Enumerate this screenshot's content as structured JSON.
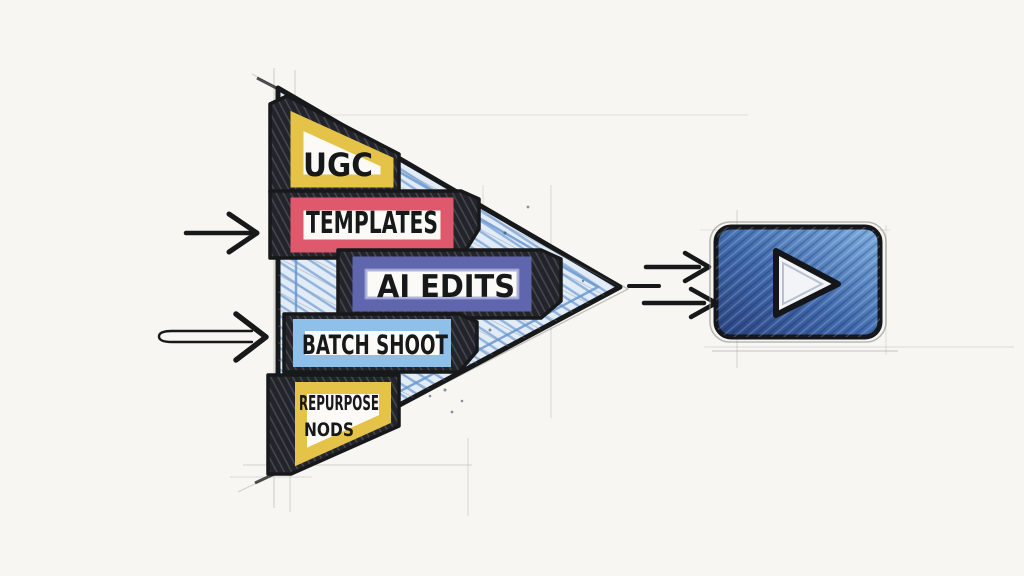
{
  "meta": {
    "style": "hand-drawn marker sketch on paper",
    "background_color": "#f7f6f3",
    "ink_color": "#17181a"
  },
  "funnel": {
    "shape": "right-pointing-triangle",
    "fill_color": "#e2ecf7",
    "hatch_color": "#8fb2dc",
    "inner_line_color": "#6a98cf",
    "boxes": [
      {
        "label": "UGC",
        "frame_color": "#e5c348"
      },
      {
        "label": "TEMPLATES",
        "frame_color": "#e0586b"
      },
      {
        "label": "AI EDITS",
        "frame_color": "#6066ad"
      },
      {
        "label": "BATCH SHOOT",
        "frame_color": "#8fc0ea"
      },
      {
        "label": "REPURPOSE",
        "label_line2": "NODS",
        "frame_color": "#e5c348"
      }
    ]
  },
  "arrows": {
    "left_input_count": 2,
    "right_output_count": 2,
    "color": "#17181a"
  },
  "output": {
    "icon": "video-play-button",
    "body_dark_color": "#29417e",
    "body_light_color": "#7fb0e2",
    "play_glyph_color": "#f2f4f8"
  }
}
